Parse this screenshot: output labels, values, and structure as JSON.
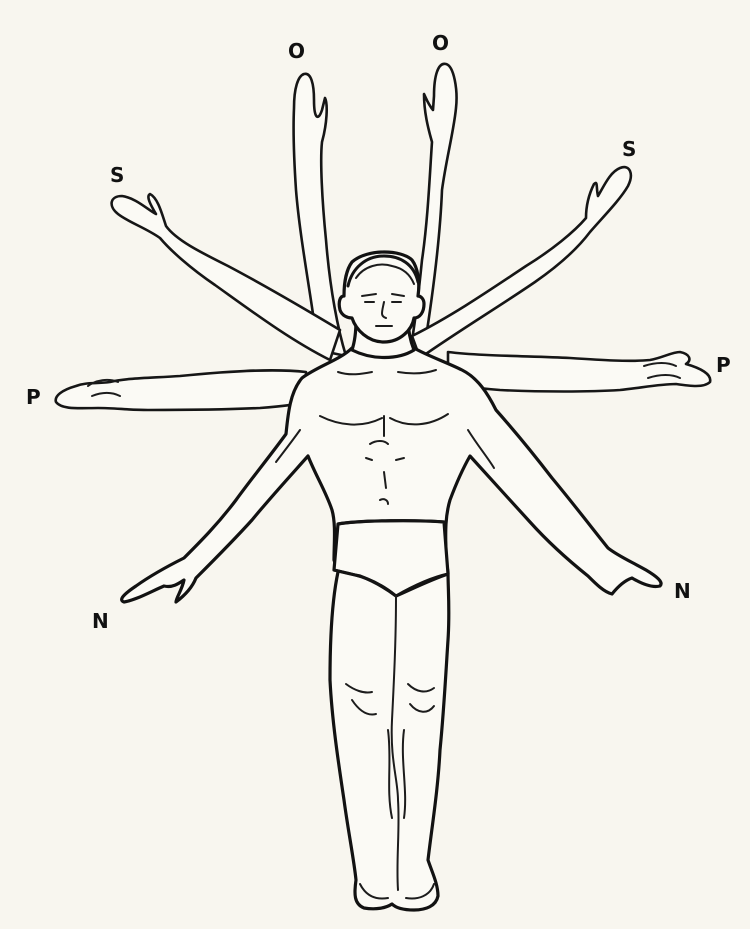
{
  "diagram": {
    "labels": {
      "overhead_left": "O",
      "overhead_right": "O",
      "side_up_left": "S",
      "side_up_right": "S",
      "horizontal_left": "P",
      "horizontal_right": "P",
      "down_left": "N",
      "down_right": "N"
    }
  }
}
